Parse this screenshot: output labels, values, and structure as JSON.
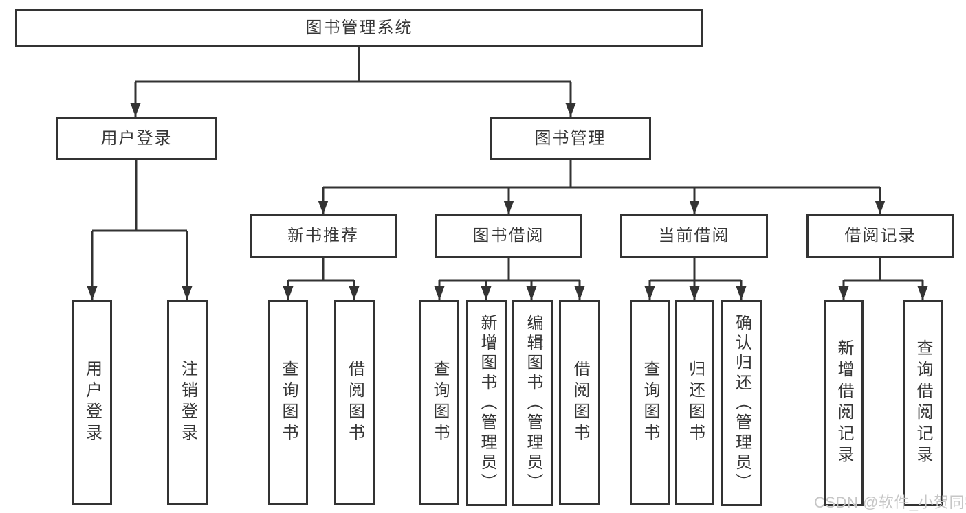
{
  "diagram": {
    "type": "hierarchy-tree",
    "colors": {
      "line": "#333333",
      "box_border": "#333333",
      "box_fill": "#ffffff",
      "text": "#363636",
      "watermark": "#c6c6c6",
      "background": "#ffffff"
    },
    "root": {
      "label": "图书管理系统"
    },
    "level2": [
      {
        "label": "用户登录",
        "children": [
          {
            "label": "用户登录"
          },
          {
            "label": "注销登录"
          }
        ]
      },
      {
        "label": "图书管理",
        "children": [
          {
            "label": "新书推荐",
            "children": [
              {
                "label": "查询图书"
              },
              {
                "label": "借阅图书"
              }
            ]
          },
          {
            "label": "图书借阅",
            "children": [
              {
                "label": "查询图书"
              },
              {
                "label": "新增图书（管理员）"
              },
              {
                "label": "编辑图书（管理员）"
              },
              {
                "label": "借阅图书"
              }
            ]
          },
          {
            "label": "当前借阅",
            "children": [
              {
                "label": "查询图书"
              },
              {
                "label": "归还图书"
              },
              {
                "label": "确认归还（管理员）"
              }
            ]
          },
          {
            "label": "借阅记录",
            "children": [
              {
                "label": "新增借阅记录"
              },
              {
                "label": "查询借阅记录"
              }
            ]
          }
        ]
      }
    ]
  },
  "watermark": {
    "text": "CSDN @软件_小贺同学"
  }
}
